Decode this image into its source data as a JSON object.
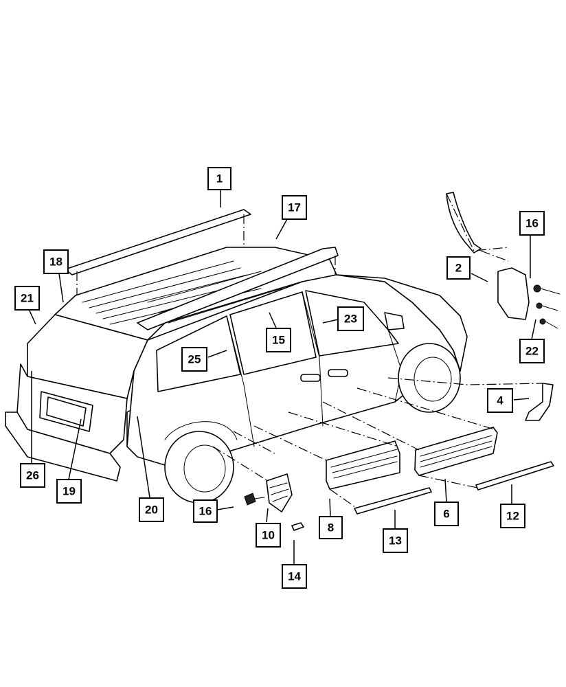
{
  "diagram": {
    "callouts": [
      {
        "id": "c1",
        "label": "1"
      },
      {
        "id": "c17",
        "label": "17"
      },
      {
        "id": "c18",
        "label": "18"
      },
      {
        "id": "c21",
        "label": "21"
      },
      {
        "id": "c16a",
        "label": "16"
      },
      {
        "id": "c2",
        "label": "2"
      },
      {
        "id": "c22",
        "label": "22"
      },
      {
        "id": "c23",
        "label": "23"
      },
      {
        "id": "c15",
        "label": "15"
      },
      {
        "id": "c25",
        "label": "25"
      },
      {
        "id": "c4",
        "label": "4"
      },
      {
        "id": "c26",
        "label": "26"
      },
      {
        "id": "c19",
        "label": "19"
      },
      {
        "id": "c20",
        "label": "20"
      },
      {
        "id": "c16b",
        "label": "16"
      },
      {
        "id": "c10",
        "label": "10"
      },
      {
        "id": "c14",
        "label": "14"
      },
      {
        "id": "c8",
        "label": "8"
      },
      {
        "id": "c13",
        "label": "13"
      },
      {
        "id": "c6",
        "label": "6"
      },
      {
        "id": "c12",
        "label": "12"
      }
    ],
    "colors": {
      "line": "#000000",
      "background": "#ffffff"
    }
  }
}
